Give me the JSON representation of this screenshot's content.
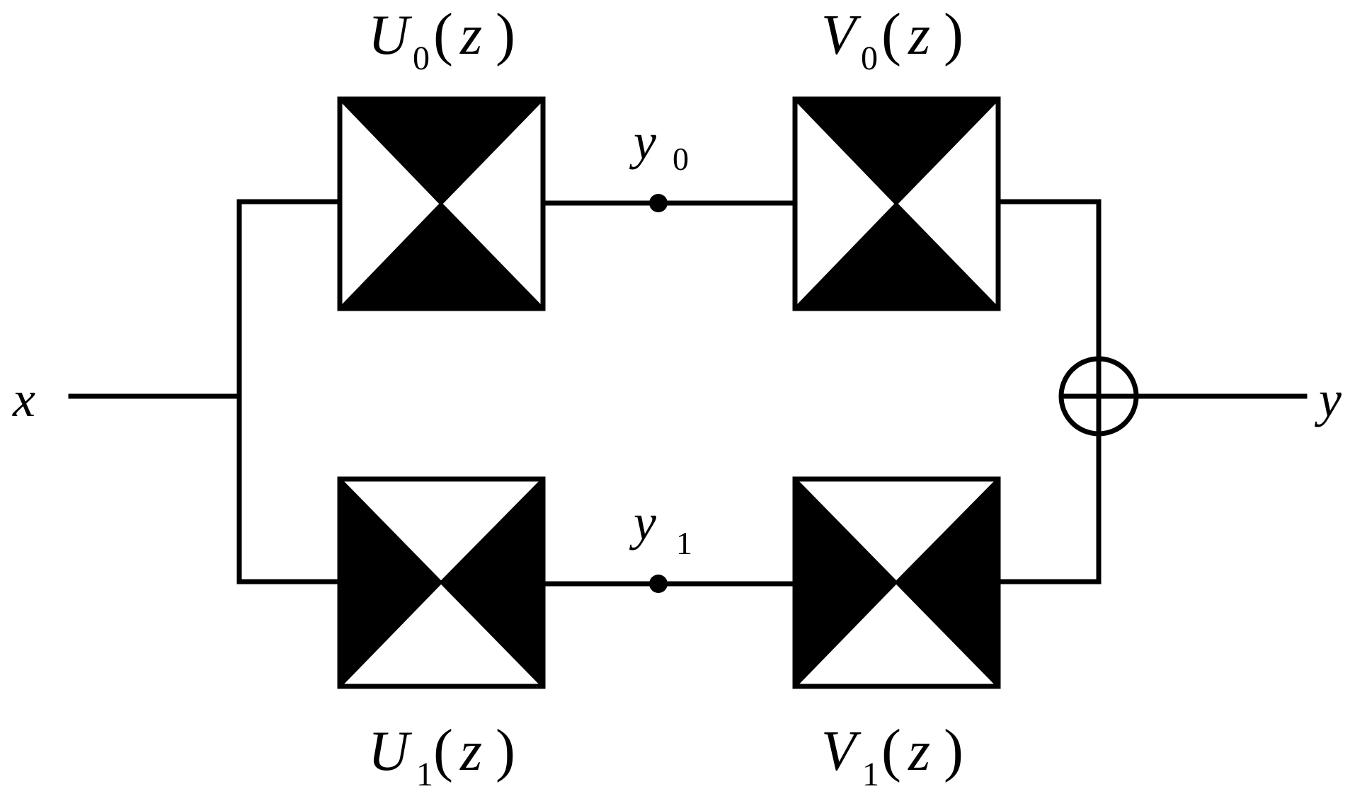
{
  "colors": {
    "line": "#000000",
    "background": "#ffffff"
  },
  "input": {
    "name": "x"
  },
  "output": {
    "name": "y"
  },
  "blocks": {
    "u0": {
      "name": "U",
      "sub": "0",
      "arg": "z",
      "fill_pattern": "top-bottom-black"
    },
    "v0": {
      "name": "V",
      "sub": "0",
      "arg": "z",
      "fill_pattern": "top-bottom-black"
    },
    "u1": {
      "name": "U",
      "sub": "1",
      "arg": "z",
      "fill_pattern": "left-right-black"
    },
    "v1": {
      "name": "V",
      "sub": "1",
      "arg": "z",
      "fill_pattern": "left-right-black"
    }
  },
  "nodes": {
    "y0": {
      "name": "y",
      "sub": "0"
    },
    "y1": {
      "name": "y",
      "sub": "1"
    }
  },
  "combiner": {
    "icon": "summing-junction-icon"
  }
}
